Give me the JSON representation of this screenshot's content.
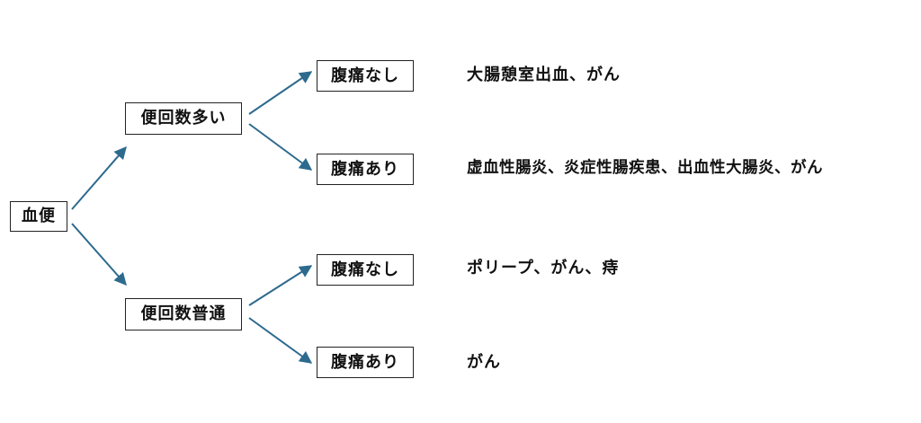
{
  "root": {
    "label": "血便"
  },
  "level1": [
    {
      "label": "便回数多い"
    },
    {
      "label": "便回数普通"
    }
  ],
  "level2": [
    {
      "label": "腹痛なし",
      "result": "大腸憩室出血、がん"
    },
    {
      "label": "腹痛あり",
      "result": "虚血性腸炎、炎症性腸疾患、出血性大腸炎、がん"
    },
    {
      "label": "腹痛なし",
      "result": "ポリープ、がん、痔"
    },
    {
      "label": "腹痛あり",
      "result": "がん"
    }
  ],
  "colors": {
    "arrow": "#2d6a8e",
    "box_border": "#222222",
    "text": "#111111"
  }
}
